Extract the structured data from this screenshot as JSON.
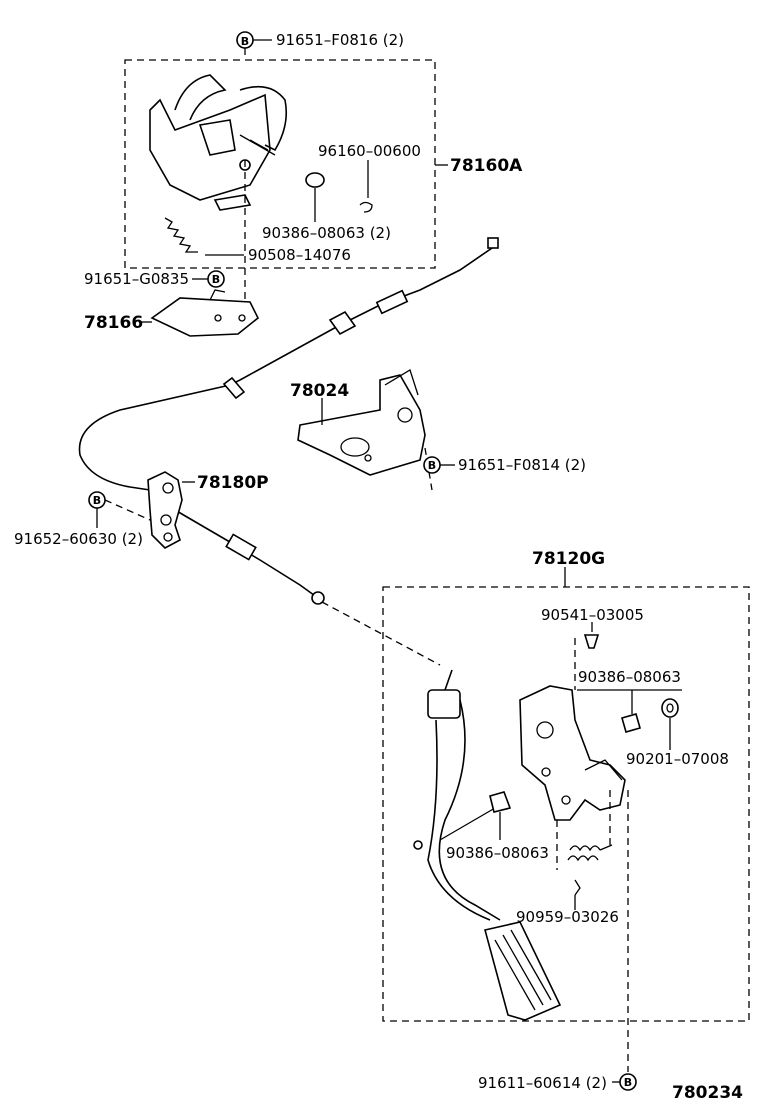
{
  "figure_id": "780234",
  "bolt_marker": "B",
  "labels": {
    "p91651_F0816": "91651–F0816 (2)",
    "p96160_00600": "96160–00600",
    "p78160A": "78160A",
    "p90386_08063_2": "90386–08063 (2)",
    "p90508_14076": "90508–14076",
    "p91651_G0835": "91651–G0835",
    "p78166": "78166",
    "p78024": "78024",
    "p91651_F0814": "91651–F0814 (2)",
    "p78180P": "78180P",
    "p91652_60630": "91652–60630 (2)",
    "p78120G": "78120G",
    "p90541_03005": "90541–03005",
    "p90386_08063_a": "90386–08063",
    "p90201_07008": "90201–07008",
    "p90386_08063_b": "90386–08063",
    "p90959_03026": "90959–03026",
    "p91611_60614": "91611–60614 (2)"
  }
}
